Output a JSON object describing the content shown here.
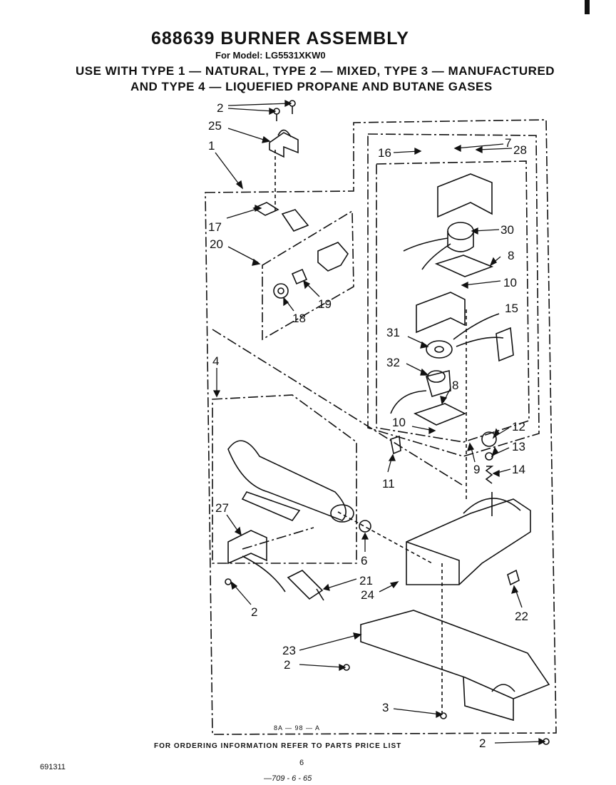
{
  "header": {
    "title": "688639 BURNER ASSEMBLY",
    "model": "For Model: LG5531XKW0",
    "use_line_1": "USE WITH TYPE 1 — NATURAL, TYPE 2 — MIXED, TYPE 3 — MANUFACTURED",
    "use_line_2": "AND TYPE 4 — LIQUEFIED PROPANE AND BUTANE GASES"
  },
  "callouts": {
    "c2a": "2",
    "c25": "25",
    "c1": "1",
    "c17": "17",
    "c20": "20",
    "c19": "19",
    "c18": "18",
    "c4": "4",
    "c27": "27",
    "c2b": "2",
    "c6": "6",
    "c21": "21",
    "c24": "24",
    "c16": "16",
    "c7": "7",
    "c28": "28",
    "c30": "30",
    "c8a": "8",
    "c10a": "10",
    "c15": "15",
    "c31": "31",
    "c32": "32",
    "c8b": "8",
    "c10b": "10",
    "c11": "11",
    "c12": "12",
    "c13": "13",
    "c9": "9",
    "c14": "14",
    "c22": "22",
    "c23": "23",
    "c2c": "2",
    "c3": "3",
    "c2d": "2"
  },
  "diagram_code": "8A — 98 — A",
  "footer": {
    "ordering": "FOR ORDERING INFORMATION REFER TO PARTS PRICE LIST",
    "part_number": "691311",
    "page_number": "6",
    "handwritten": "—709 - 6 - 65"
  }
}
